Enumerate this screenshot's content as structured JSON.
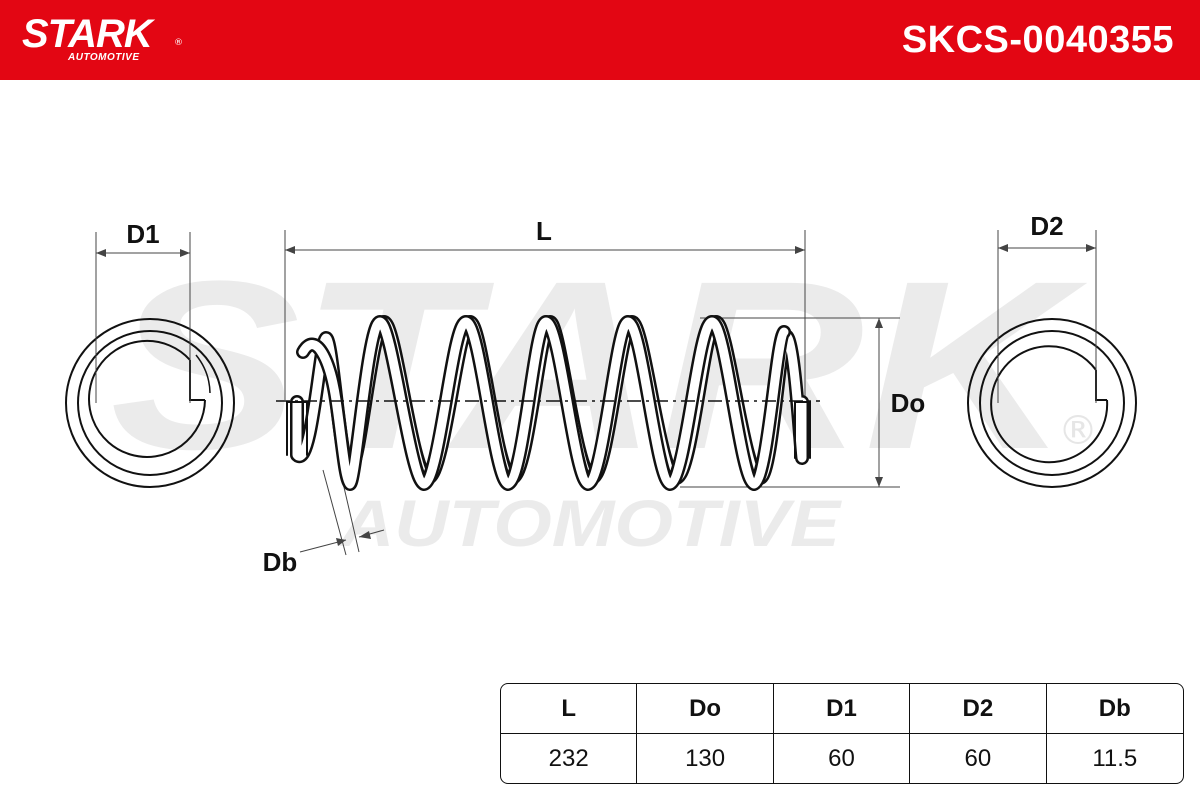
{
  "header": {
    "brand": "STARK",
    "brand_sub": "AUTOMOTIVE",
    "registered_mark": "®",
    "part_number": "SKCS-0040355",
    "background_color": "#e30613"
  },
  "watermark": {
    "brand": "STARK",
    "sub": "AUTOMOTIVE",
    "registered_mark": "®",
    "color": "#ebebeb"
  },
  "diagram": {
    "labels": {
      "d1": "D1",
      "length": "L",
      "d2": "D2",
      "outer_diameter": "Do",
      "wire_diameter": "Db"
    }
  },
  "spec_table": {
    "headers": [
      "L",
      "Do",
      "D1",
      "D2",
      "Db"
    ],
    "values": [
      "232",
      "130",
      "60",
      "60",
      "11.5"
    ]
  }
}
